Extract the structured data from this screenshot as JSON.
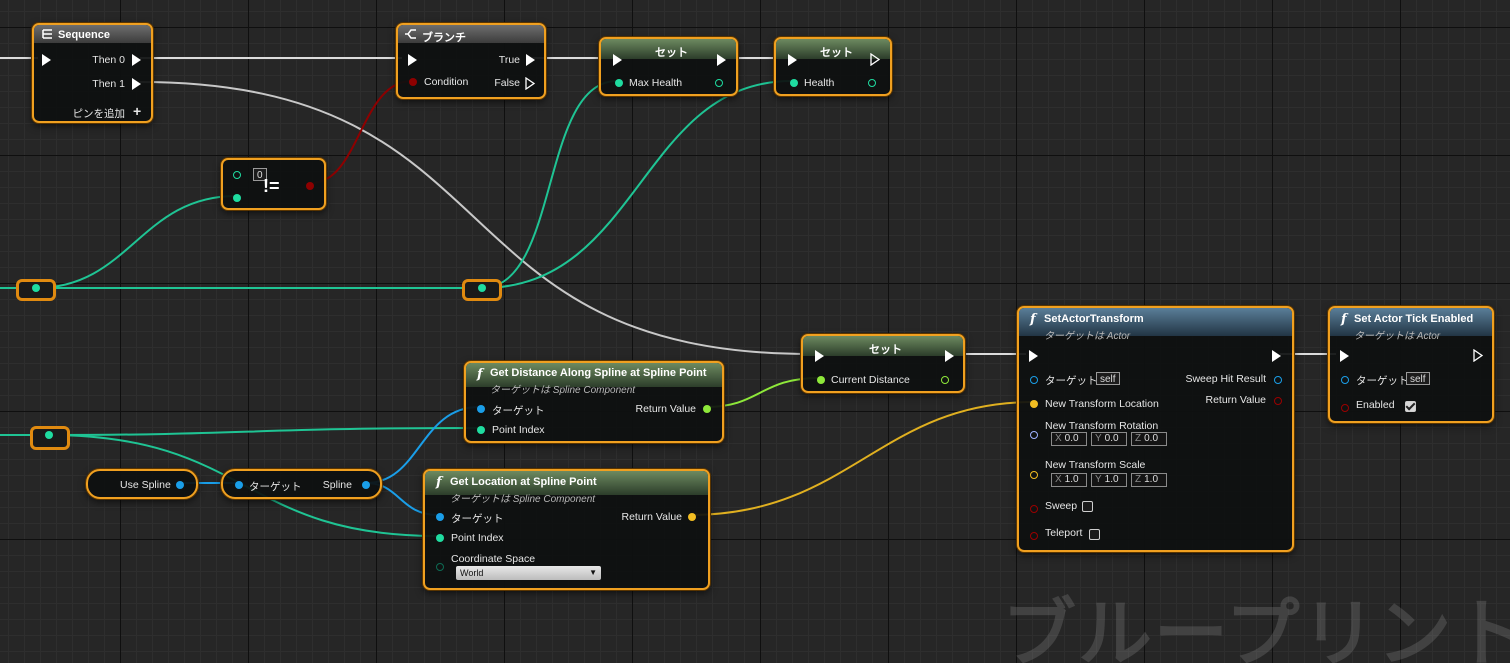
{
  "watermark": "ブループリント",
  "colors": {
    "selection": "#f0a020",
    "exec": "#ffffff",
    "int": "#1fdca0",
    "float": "#8ee83a",
    "bool": "#9a0000",
    "object": "#1a9ee8",
    "vector": "#f2bd22",
    "rotator": "#9fb2ff",
    "enum": "#0d6b54"
  },
  "nodes": {
    "sequence": {
      "title": "Sequence",
      "icon": "sequence-icon",
      "then0": "Then 0",
      "then1": "Then 1",
      "add_pin": "ピンを追加"
    },
    "branch": {
      "title": "ブランチ",
      "icon": "branch-icon",
      "condition": "Condition",
      "true": "True",
      "false": "False"
    },
    "set_max_health": {
      "title": "セット",
      "pin": "Max Health"
    },
    "set_health": {
      "title": "セット",
      "pin": "Health"
    },
    "not_equal": {
      "default_value": "0",
      "op": "!="
    },
    "get_distance": {
      "title": "Get Distance Along Spline at Spline Point",
      "subtitle": "ターゲットは Spline Component",
      "target": "ターゲット",
      "point_index": "Point Index",
      "return_value": "Return Value"
    },
    "set_current_distance": {
      "title": "セット",
      "pin": "Current Distance"
    },
    "use_spline": {
      "label": "Use Spline"
    },
    "spline_get": {
      "target": "ターゲット",
      "spline": "Spline"
    },
    "get_location": {
      "title": "Get Location at Spline Point",
      "subtitle": "ターゲットは Spline Component",
      "target": "ターゲット",
      "point_index": "Point Index",
      "coordinate_space": "Coordinate Space",
      "coordinate_value": "World",
      "return_value": "Return Value"
    },
    "set_actor_transform": {
      "title": "SetActorTransform",
      "subtitle": "ターゲットは Actor",
      "target": "ターゲット",
      "target_value": "self",
      "sweep_hit_result": "Sweep Hit Result",
      "return_value": "Return Value",
      "location": "New Transform Location",
      "rotation": "New Transform Rotation",
      "rotation_x_label": "X",
      "rotation_x": "0.0",
      "rotation_y_label": "Y",
      "rotation_y": "0.0",
      "rotation_z_label": "Z",
      "rotation_z": "0.0",
      "scale": "New Transform Scale",
      "scale_x_label": "X",
      "scale_x": "1.0",
      "scale_y_label": "Y",
      "scale_y": "1.0",
      "scale_z_label": "Z",
      "scale_z": "1.0",
      "sweep": "Sweep",
      "sweep_checked": false,
      "teleport": "Teleport",
      "teleport_checked": false
    },
    "set_actor_tick": {
      "title": "Set Actor Tick Enabled",
      "subtitle": "ターゲットは Actor",
      "target": "ターゲット",
      "target_value": "self",
      "enabled": "Enabled",
      "enabled_checked": true
    }
  }
}
